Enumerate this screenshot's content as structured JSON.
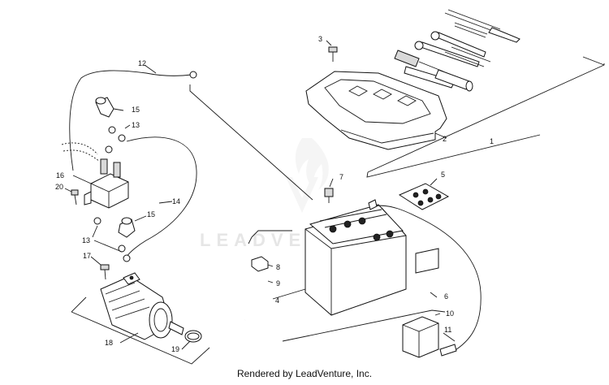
{
  "footer": {
    "text": "Rendered by LeadVenture, Inc."
  },
  "watermark": {
    "text": "LEADVENTURE"
  },
  "callouts": [
    {
      "id": "1",
      "label": "1"
    },
    {
      "id": "2",
      "label": "2"
    },
    {
      "id": "3",
      "label": "3"
    },
    {
      "id": "4",
      "label": "4"
    },
    {
      "id": "5",
      "label": "5"
    },
    {
      "id": "6",
      "label": "6"
    },
    {
      "id": "7",
      "label": "7"
    },
    {
      "id": "8",
      "label": "8"
    },
    {
      "id": "9",
      "label": "9"
    },
    {
      "id": "10",
      "label": "10"
    },
    {
      "id": "11",
      "label": "11"
    },
    {
      "id": "12",
      "label": "12"
    },
    {
      "id": "13a",
      "label": "13"
    },
    {
      "id": "13b",
      "label": "13"
    },
    {
      "id": "14",
      "label": "14"
    },
    {
      "id": "15a",
      "label": "15"
    },
    {
      "id": "15b",
      "label": "15"
    },
    {
      "id": "16",
      "label": "16"
    },
    {
      "id": "17",
      "label": "17"
    },
    {
      "id": "18",
      "label": "18"
    },
    {
      "id": "19",
      "label": "19"
    },
    {
      "id": "20",
      "label": "20"
    }
  ],
  "colors": {
    "line": "#1a1a1a",
    "background": "#ffffff",
    "watermark": "#e6e6e6"
  }
}
